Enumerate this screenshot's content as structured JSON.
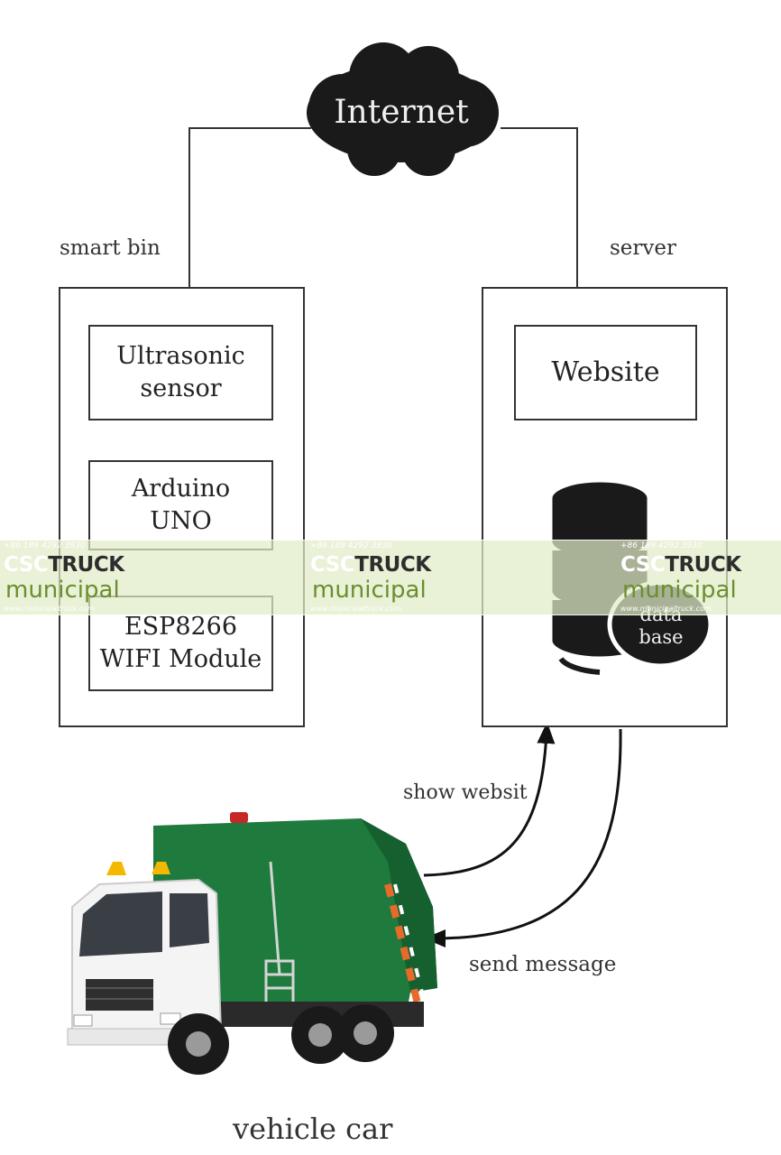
{
  "cloud": {
    "label": "Internet"
  },
  "smart_bin": {
    "title": "smart bin",
    "sensor": [
      "Ultrasonic",
      "sensor"
    ],
    "controller": [
      "Arduino",
      "UNO"
    ],
    "wifi": [
      "ESP8266",
      "WIFI Module"
    ]
  },
  "server": {
    "title": "server",
    "website": "Website",
    "database": [
      "data",
      "base"
    ]
  },
  "arrows": {
    "up_label": "show websit",
    "down_label": "send message"
  },
  "vehicle": {
    "label": "vehicle car",
    "body_color": "#1f7a3d",
    "cab_color": "#f4f4f4"
  },
  "watermark": {
    "phone": "+86 189 4292 3930",
    "logo_a": "CSC",
    "logo_b": "TRUCK",
    "sub": "municipal",
    "url": "www.municipaltruck.com",
    "band_color": "#e1ebc8"
  }
}
